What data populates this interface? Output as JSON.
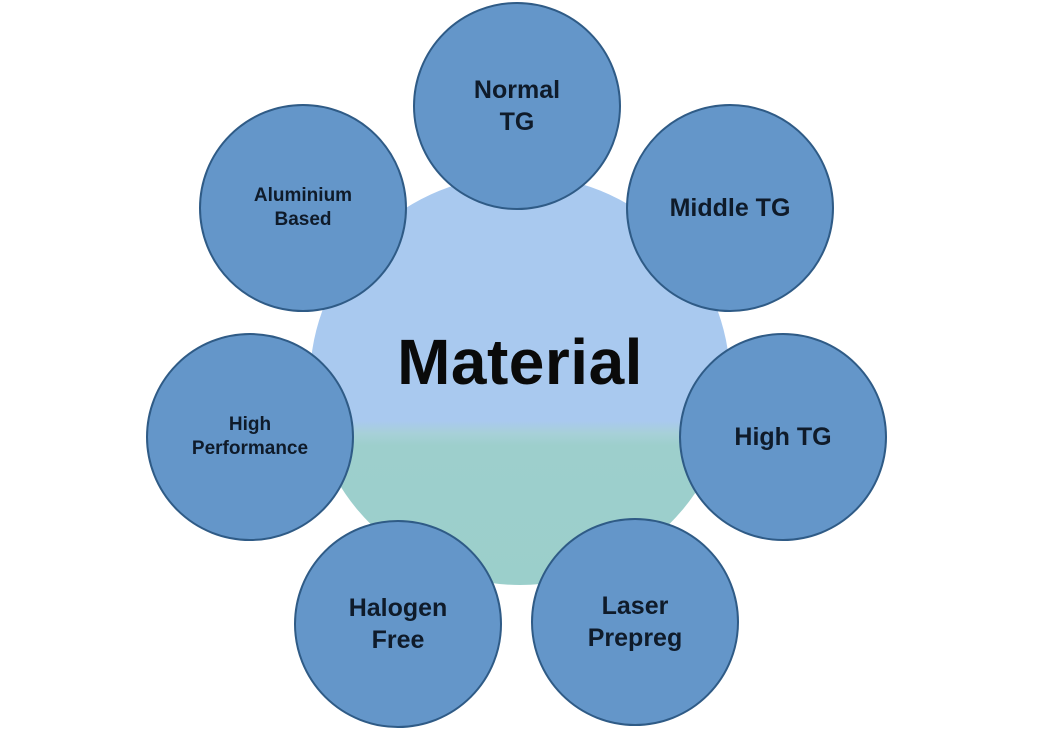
{
  "diagram": {
    "center_label": "Material",
    "nodes": [
      {
        "id": "normal_tg",
        "label": "Normal\nTG"
      },
      {
        "id": "middle_tg",
        "label": "Middle TG"
      },
      {
        "id": "high_tg",
        "label": "High TG"
      },
      {
        "id": "laser_prepreg",
        "label": "Laser\nPrepreg"
      },
      {
        "id": "halogen_free",
        "label": "Halogen\nFree"
      },
      {
        "id": "high_performance",
        "label": "High\nPerformance"
      },
      {
        "id": "aluminium_based",
        "label": "Aluminium\nBased"
      }
    ]
  },
  "colors": {
    "node_fill": "#6496c9",
    "node_border": "#2f5b86",
    "center_top": "#a9c9ef",
    "center_bottom": "#9bcfcb",
    "text": "#0a0a0a"
  }
}
